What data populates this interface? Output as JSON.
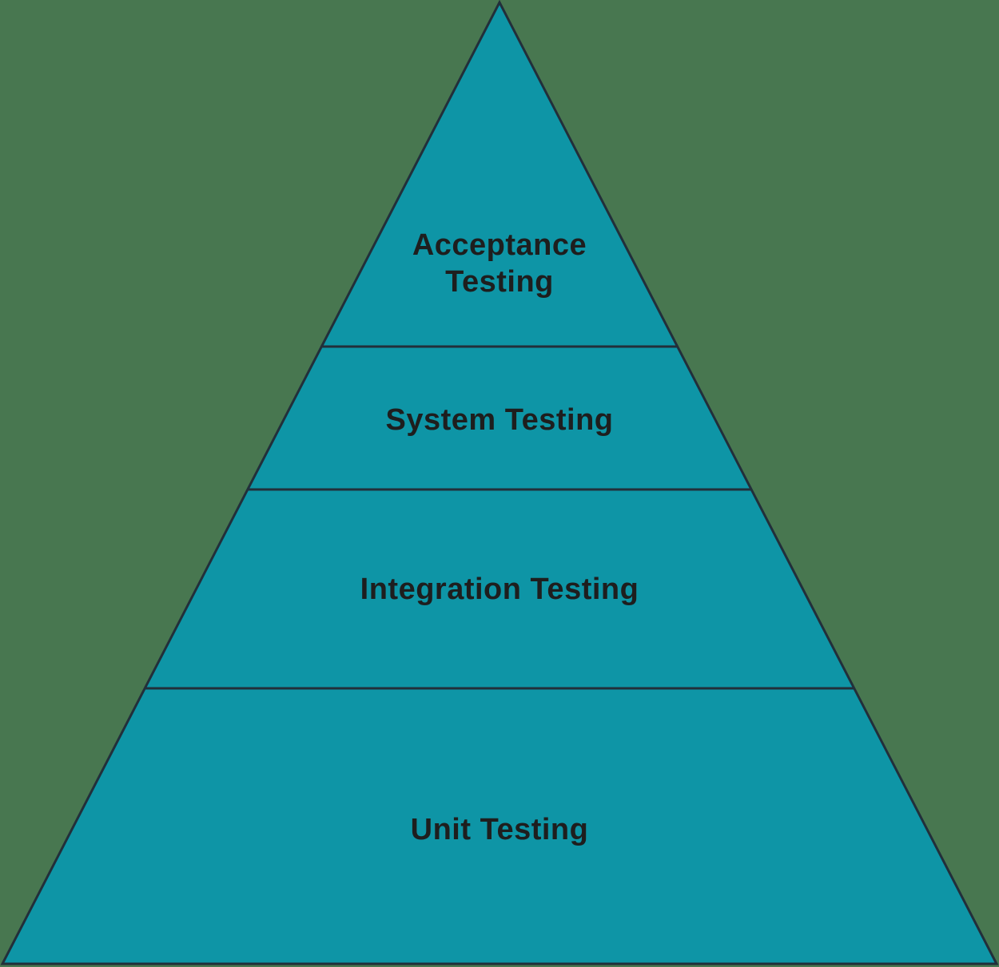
{
  "colors": {
    "background": "#487750",
    "pyramid_fill": "#0e95a6",
    "outline": "#222f3a",
    "label_text": "#1e1e1e"
  },
  "pyramid": {
    "tiers": [
      {
        "label": "Acceptance Testing",
        "lines": [
          "Acceptance",
          "Testing"
        ]
      },
      {
        "label": "System Testing"
      },
      {
        "label": "Integration Testing"
      },
      {
        "label": "Unit Testing"
      }
    ]
  }
}
